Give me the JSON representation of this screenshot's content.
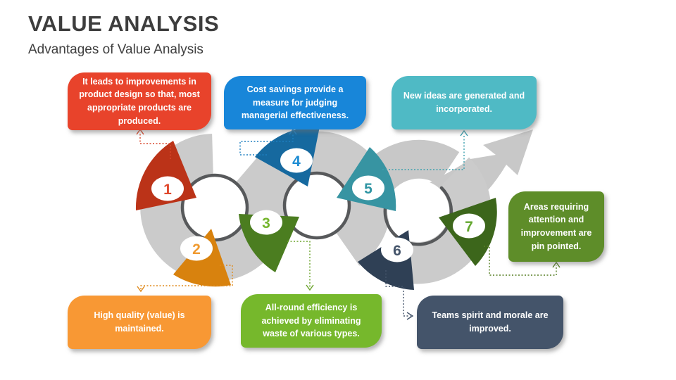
{
  "title": "VALUE ANALYSIS",
  "subtitle": "Advantages of Value Analysis",
  "colors": {
    "ribbon_gray": "#cbcbcb",
    "arrow_gray": "#c8c8c8",
    "inner_ring": "#57595b",
    "background": "#ffffff",
    "title_text": "#3d3d3d",
    "callout_text": "#ffffff"
  },
  "steps": [
    {
      "number": "1",
      "wedge_color": "#bb3318",
      "number_color": "#e0482c",
      "connector_color": "#d9472b"
    },
    {
      "number": "2",
      "wedge_color": "#d8820e",
      "number_color": "#f09a30",
      "connector_color": "#e08a1c"
    },
    {
      "number": "3",
      "wedge_color": "#4b7d20",
      "number_color": "#74b52c",
      "connector_color": "#6aa32a"
    },
    {
      "number": "4",
      "wedge_color": "#16699f",
      "number_color": "#1d8cd3",
      "connector_color": "#1d7fc0"
    },
    {
      "number": "5",
      "wedge_color": "#3794a2",
      "number_color": "#2f95a3",
      "connector_color": "#3b9fae"
    },
    {
      "number": "6",
      "wedge_color": "#2f4055",
      "number_color": "#44546a",
      "connector_color": "#44546a"
    },
    {
      "number": "7",
      "wedge_color": "#3c661b",
      "number_color": "#63a72e",
      "connector_color": "#567f24"
    }
  ],
  "callouts": [
    {
      "step": "1",
      "color": "#e8432b",
      "text": "It leads to improvements in product design so that, most appropriate products are produced."
    },
    {
      "step": "2",
      "color": "#f89834",
      "text": "High quality (value) is maintained."
    },
    {
      "step": "3",
      "color": "#76b82c",
      "text": "All-round efficiency is achieved by eliminating waste of various types."
    },
    {
      "step": "4",
      "color": "#1886d9",
      "text": "Cost savings provide a measure for judging managerial effectiveness."
    },
    {
      "step": "5",
      "color": "#4fbac5",
      "text": "New ideas are generated and incorporated."
    },
    {
      "step": "6",
      "color": "#44546a",
      "text": "Teams spirit and morale are improved."
    },
    {
      "step": "7",
      "color": "#5e8d29",
      "text": "Areas requiring attention and improvement are pin pointed."
    }
  ]
}
